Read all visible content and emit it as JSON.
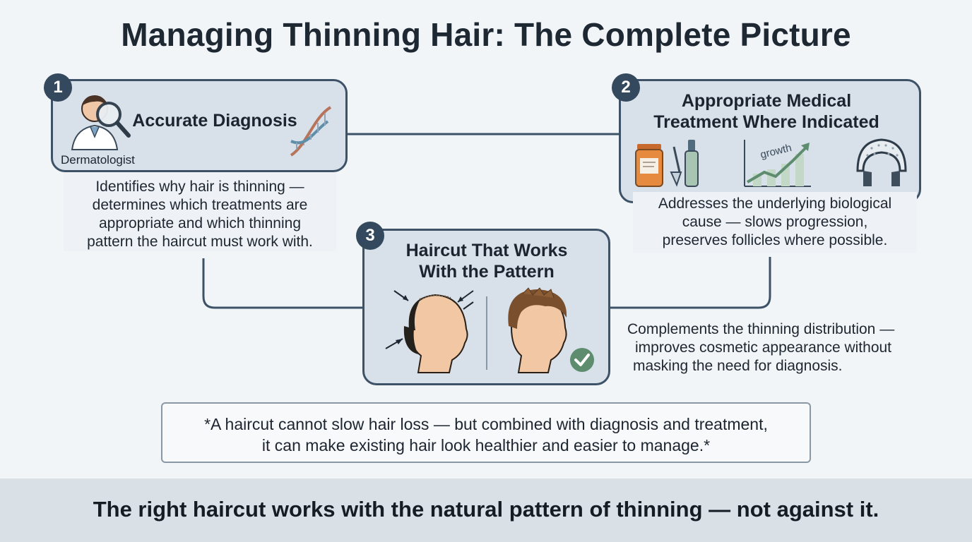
{
  "title": "Managing Thinning Hair: The Complete Picture",
  "steps": [
    {
      "number": "1",
      "title": "Accurate Diagnosis",
      "caption": "Dermatologist",
      "description_lines": [
        "Identifies why hair is thinning —",
        "determines which treatments are",
        "appropriate and which thinning",
        "pattern the haircut must work with."
      ]
    },
    {
      "number": "2",
      "title_lines": [
        "Appropriate Medical",
        "Treatment Where Indicated"
      ],
      "chart_label": "growth",
      "description_lines": [
        "Addresses the underlying biological",
        "cause — slows progression,",
        "preserves follicles where possible."
      ]
    },
    {
      "number": "3",
      "title_lines": [
        "Haircut That Works",
        "With the Pattern"
      ],
      "description_lines": [
        "Complements the thinning distribution —",
        "improves cosmetic appearance without",
        "masking the need for diagnosis."
      ]
    }
  ],
  "note_lines": [
    "*A haircut cannot slow hair loss — but combined with diagnosis and treatment,",
    "it can make existing hair look healthier and easier to manage.*"
  ],
  "footer": "The right haircut works with the natural pattern of thinning — not against it.",
  "colors": {
    "card_fill": "#d8e1ea",
    "card_border": "#3d5266",
    "badge": "#34495d",
    "accent_green": "#5e8c6e",
    "footer_band": "#d9e0e6"
  }
}
